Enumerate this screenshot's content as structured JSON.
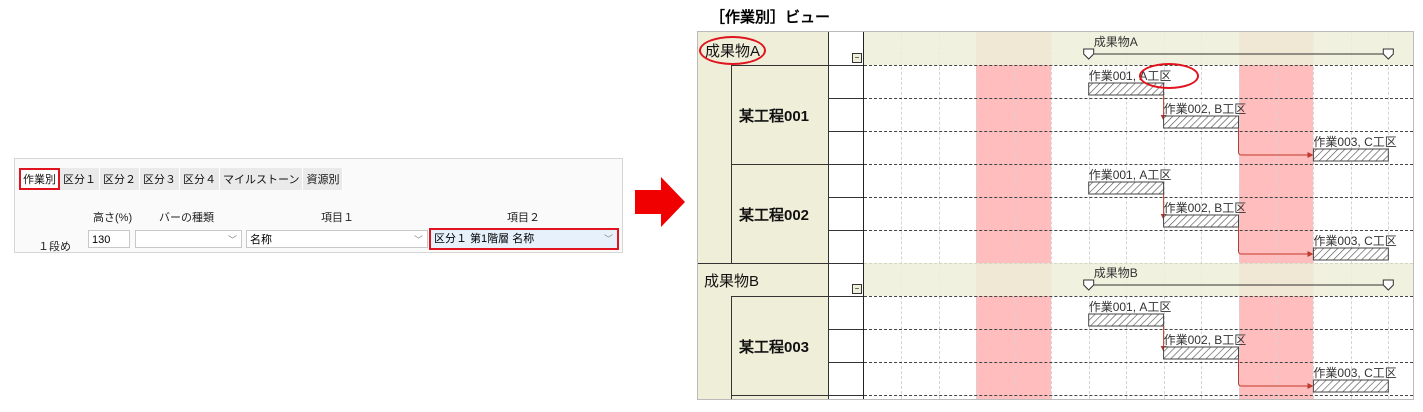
{
  "settings": {
    "tabs": [
      "作業別",
      "区分１",
      "区分２",
      "区分３",
      "区分４",
      "マイルストーン",
      "資源別"
    ],
    "active_tab": 0,
    "headers": {
      "height": "高さ(%)",
      "bar_type": "バーの種類",
      "item1": "項目１",
      "item2": "項目２"
    },
    "row_label": "１段め",
    "height_value": "130",
    "bar_type_value": "",
    "item1_value": "名称",
    "item2_value": "区分１ 第1階層 名称"
  },
  "view_title": "［作業別］ビュー",
  "colors": {
    "highlight": "#e0141e",
    "panel_bg": "#efeed9",
    "holiday": "#ffbdbd",
    "bar_hatch": "#555555",
    "link": "#c0392b"
  },
  "gantt": {
    "holiday_days": [
      [
        3,
        5
      ],
      [
        10,
        12
      ]
    ],
    "deliverables": [
      {
        "name": "成果物A",
        "milestone": {
          "label": "成果物A",
          "start": 6,
          "end": 14
        },
        "processes": [
          {
            "name": "某工程001",
            "tasks": [
              {
                "label": "作業001, A工区",
                "start": 6,
                "end": 8
              },
              {
                "label": "作業002, B工区",
                "start": 8,
                "end": 10
              },
              {
                "label": "作業003, C工区",
                "start": 12,
                "end": 14
              }
            ]
          },
          {
            "name": "某工程002",
            "tasks": [
              {
                "label": "作業001, A工区",
                "start": 6,
                "end": 8
              },
              {
                "label": "作業002, B工区",
                "start": 8,
                "end": 10
              },
              {
                "label": "作業003, C工区",
                "start": 12,
                "end": 14
              }
            ]
          }
        ]
      },
      {
        "name": "成果物B",
        "milestone": {
          "label": "成果物B",
          "start": 6,
          "end": 14
        },
        "processes": [
          {
            "name": "某工程003",
            "tasks": [
              {
                "label": "作業001, A工区",
                "start": 6,
                "end": 8
              },
              {
                "label": "作業002, B工区",
                "start": 8,
                "end": 10
              },
              {
                "label": "作業003, C工区",
                "start": 12,
                "end": 14
              }
            ]
          }
        ]
      }
    ]
  }
}
